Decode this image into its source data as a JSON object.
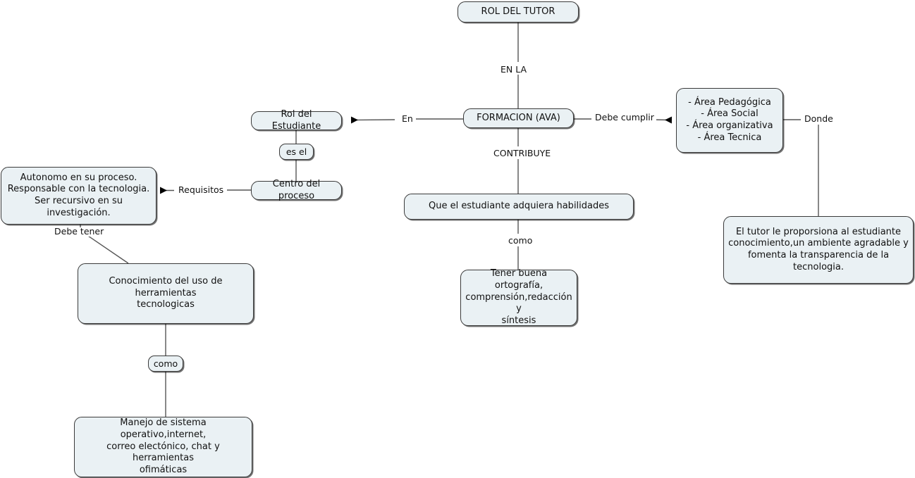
{
  "diagram": {
    "type": "concept-map",
    "title": "ROL DEL TUTOR",
    "colors": {
      "node_fill": "#eaf1f4",
      "node_border": "#3a3a3a",
      "text": "#111111",
      "edge": "#555555",
      "background": "#ffffff"
    },
    "nodes": [
      {
        "id": "tutor",
        "label": "ROL DEL TUTOR"
      },
      {
        "id": "formacion",
        "label": "FORMACION (AVA)"
      },
      {
        "id": "areas",
        "label": "- Área Pedagógica\n- Área Social\n- Área organizativa\n- Área Tecnica"
      },
      {
        "id": "rol_estudiante",
        "label": "Rol del Estudiante"
      },
      {
        "id": "es_el",
        "label": "es el"
      },
      {
        "id": "centro",
        "label": "Centro del proceso"
      },
      {
        "id": "autonomo",
        "label": "Autonomo en su proceso.\nResponsable con la tecnologia.\nSer recursivo en su investigación."
      },
      {
        "id": "conocimiento",
        "label": "Conocimiento del uso de herramientas\ntecnologicas"
      },
      {
        "id": "como_box",
        "label": "como"
      },
      {
        "id": "manejo",
        "label": "Manejo de sistema operativo,internet,\ncorreo electónico, chat y herramientas\nofimáticas"
      },
      {
        "id": "habilidades",
        "label": "Que el estudiante adquiera habilidades"
      },
      {
        "id": "ortografia",
        "label": "Tener buena ortografía,\ncomprensión,redacción y\nsíntesis"
      },
      {
        "id": "tutor_proporciona",
        "label": "El tutor le proporsiona al estudiante\nconocimiento,un ambiente agradable y\nfomenta la transparencia de la tecnologia."
      }
    ],
    "edge_labels": {
      "en_la": "EN LA",
      "contribuye": "CONTRIBUYE",
      "en": "En",
      "debe_cumplir": "Debe cumplir",
      "donde": "Donde",
      "requisitos": "Requisitos",
      "debe_tener": "Debe tener",
      "como": "como"
    },
    "edges": [
      {
        "from": "tutor",
        "to": "formacion",
        "label": "EN LA",
        "arrow": false
      },
      {
        "from": "formacion",
        "to": "rol_estudiante",
        "label": "En",
        "arrow": true
      },
      {
        "from": "formacion",
        "to": "areas",
        "label": "Debe cumplir",
        "arrow": true
      },
      {
        "from": "formacion",
        "to": "habilidades",
        "label": "CONTRIBUYE",
        "arrow": false
      },
      {
        "from": "rol_estudiante",
        "to": "centro",
        "label": "es el",
        "arrow": false
      },
      {
        "from": "centro",
        "to": "autonomo",
        "label": "Requisitos",
        "arrow": true
      },
      {
        "from": "autonomo",
        "to": "conocimiento",
        "label": "Debe tener",
        "arrow": false
      },
      {
        "from": "conocimiento",
        "to": "manejo",
        "label": "como",
        "arrow": false
      },
      {
        "from": "habilidades",
        "to": "ortografia",
        "label": "como",
        "arrow": false
      },
      {
        "from": "areas",
        "to": "tutor_proporciona",
        "label": "Donde",
        "arrow": false
      }
    ]
  }
}
